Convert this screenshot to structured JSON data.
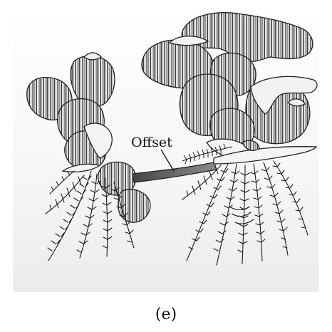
{
  "figure": {
    "pointer_label": "Offset",
    "caption": "(e)"
  },
  "colors": {
    "background_box": "#f1f1f1",
    "leaf_fill": "#eeeeee",
    "leaf_stroke": "#222222",
    "stripe": "#333333",
    "stolon": "#666666",
    "roots": "#1a1a1a",
    "text": "#111111"
  },
  "icons": {
    "left_rosette": "water-hyacinth-left-plant",
    "right_rosette": "water-hyacinth-right-plant",
    "stolon": "offset-stolon"
  }
}
